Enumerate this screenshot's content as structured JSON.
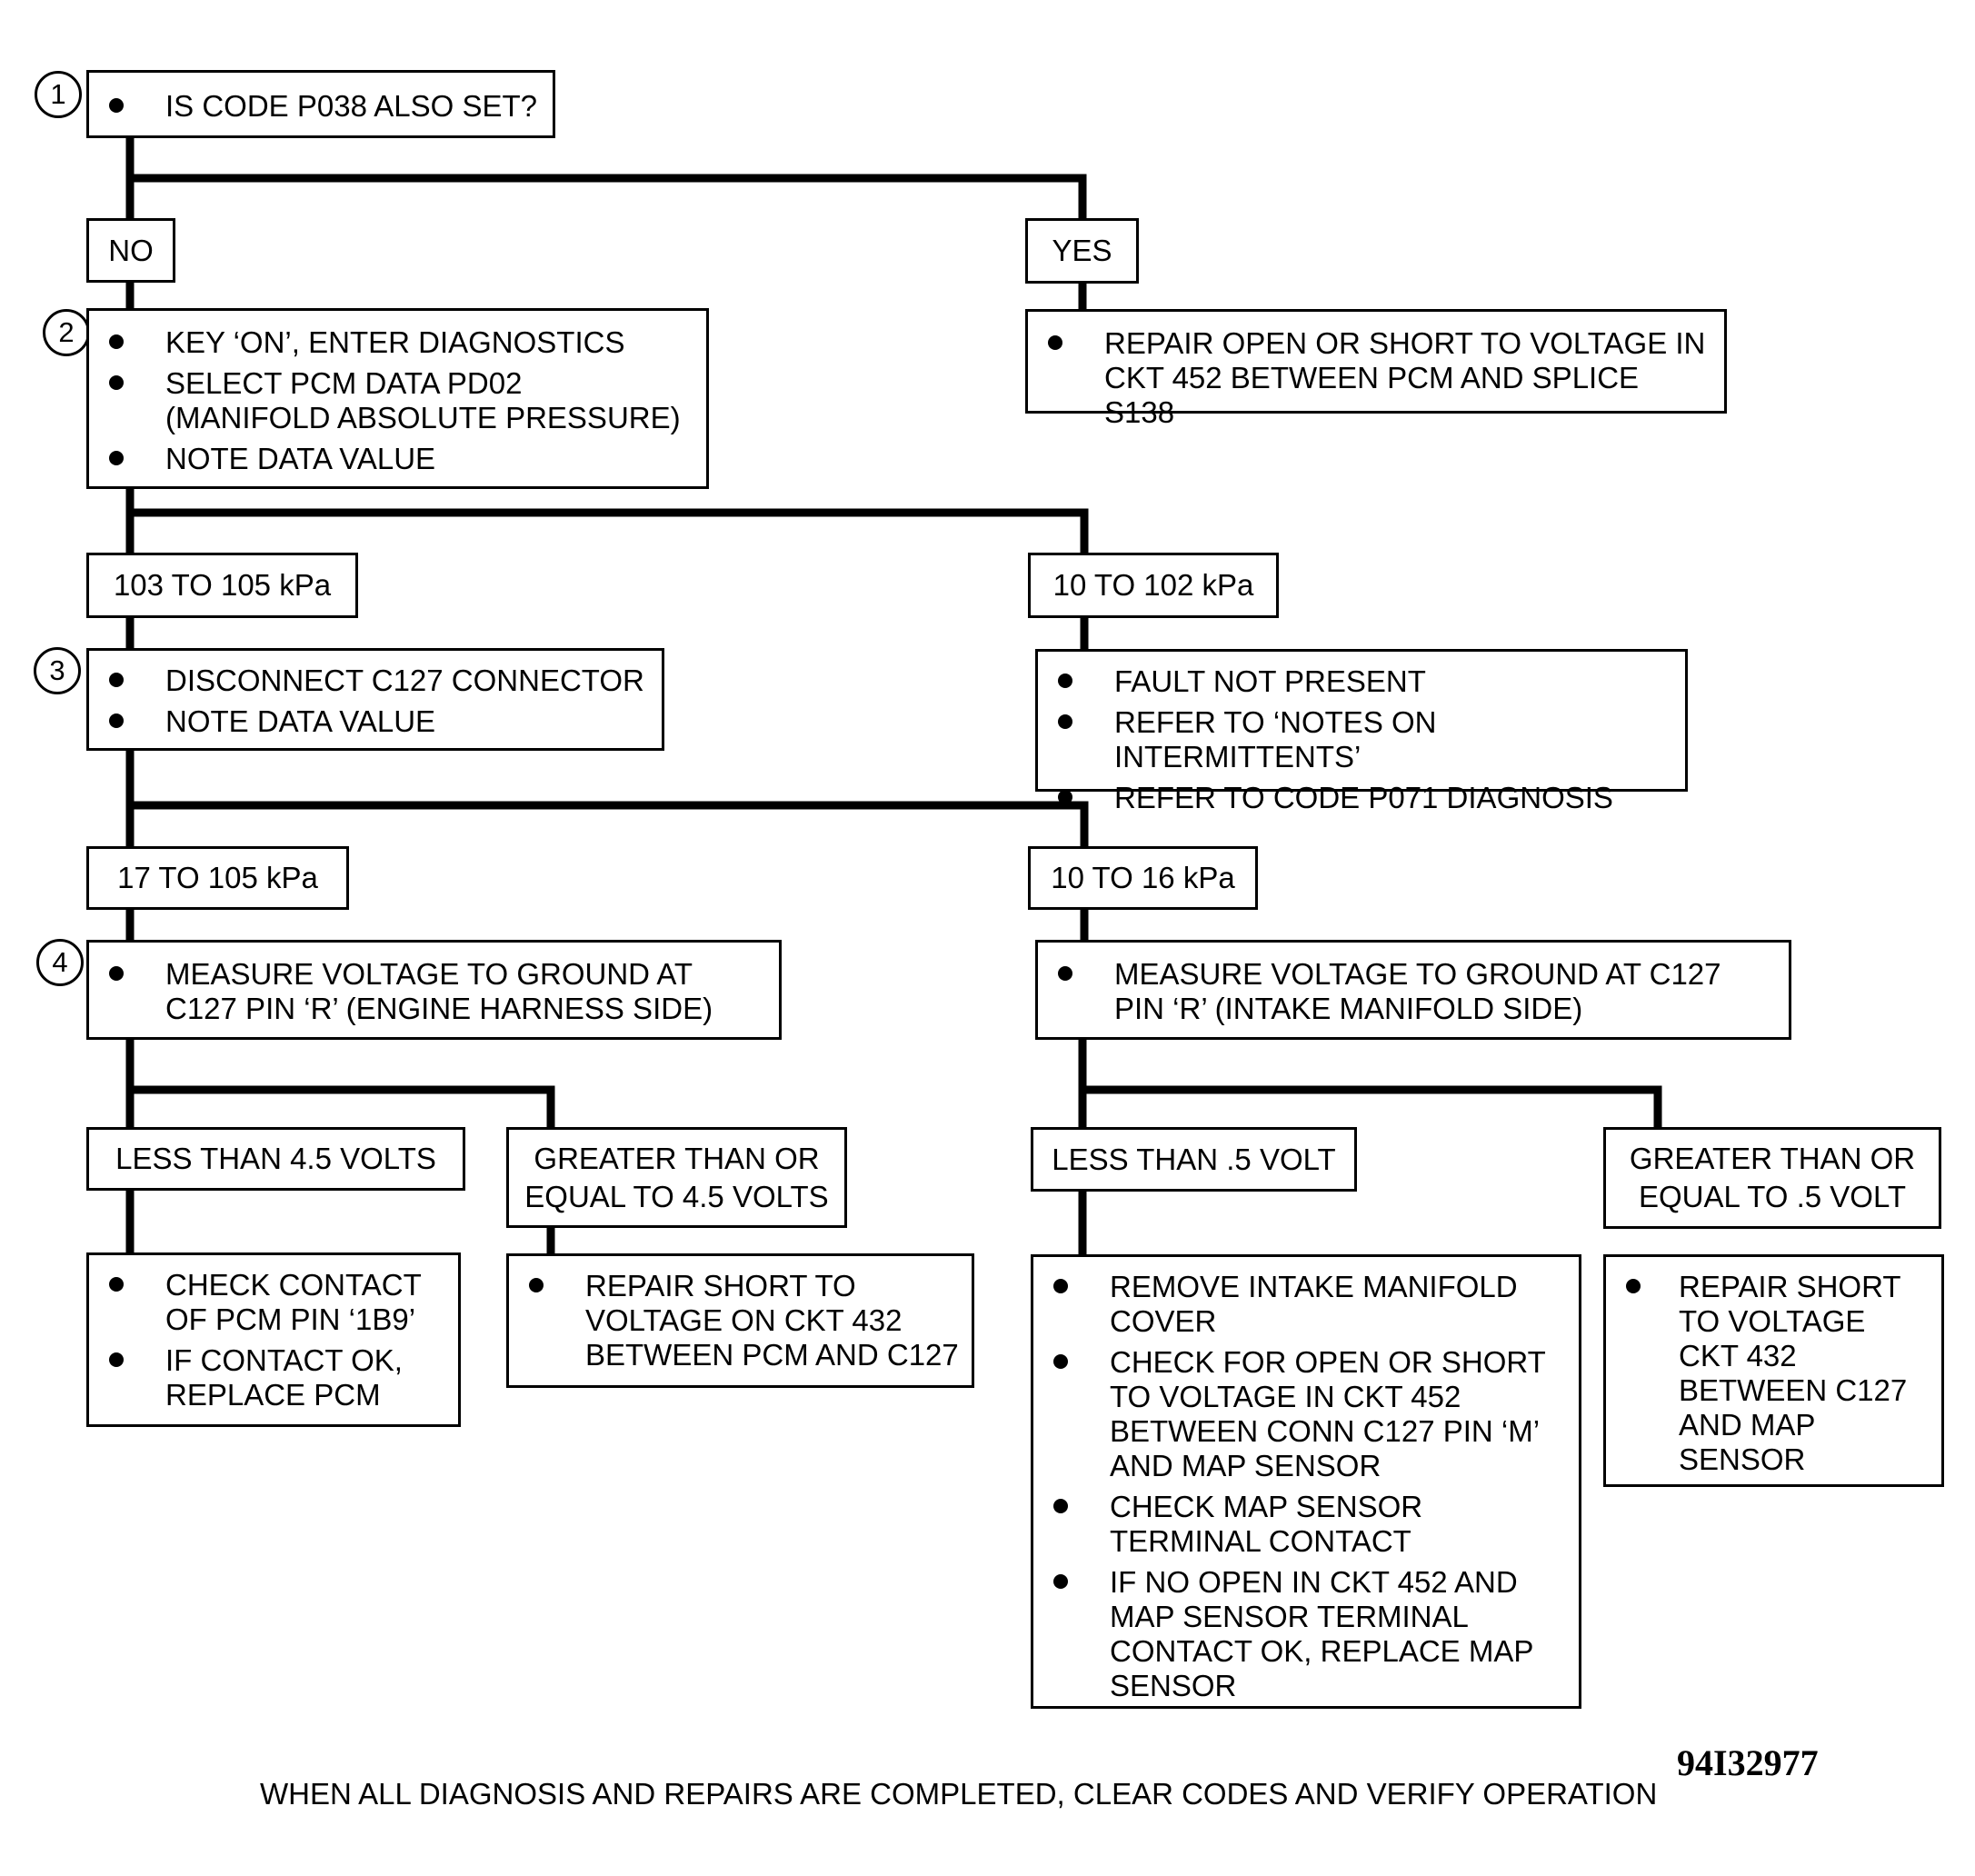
{
  "step_markers": [
    "1",
    "2",
    "3",
    "4"
  ],
  "step1": {
    "items": [
      "IS CODE P038 ALSO SET?"
    ]
  },
  "branch1": {
    "no": "NO",
    "yes": "YES"
  },
  "yes_action": {
    "items": [
      "REPAIR OPEN OR SHORT TO VOLTAGE IN CKT 452 BETWEEN PCM AND SPLICE S138"
    ]
  },
  "step2": {
    "items": [
      "KEY ‘ON’, ENTER DIAGNOSTICS",
      "SELECT PCM DATA PD02 (MANIFOLD ABSOLUTE PRESSURE)",
      "NOTE DATA VALUE"
    ]
  },
  "branch2": {
    "left": "103 TO 105 kPa",
    "right": "10 TO 102 kPa"
  },
  "right2_action": {
    "items": [
      "FAULT NOT PRESENT",
      "REFER TO ‘NOTES ON INTERMITTENTS’",
      "REFER TO CODE P071 DIAGNOSIS"
    ]
  },
  "step3": {
    "items": [
      "DISCONNECT C127 CONNECTOR",
      "NOTE DATA VALUE"
    ]
  },
  "branch3": {
    "left": "17 TO 105 kPa",
    "right": "10 TO 16 kPa"
  },
  "step4": {
    "items": [
      "MEASURE VOLTAGE TO GROUND AT C127 PIN ‘R’ (ENGINE HARNESS SIDE)"
    ]
  },
  "right3_action": {
    "items": [
      "MEASURE VOLTAGE TO GROUND AT C127 PIN ‘R’ (INTAKE MANIFOLD SIDE)"
    ]
  },
  "branch4": {
    "a": "LESS THAN 4.5 VOLTS",
    "b": "GREATER THAN OR EQUAL TO 4.5 VOLTS",
    "c": "LESS THAN .5 VOLT",
    "d": "GREATER THAN OR EQUAL TO .5 VOLT"
  },
  "action_a": {
    "items": [
      "CHECK CONTACT OF PCM PIN ‘1B9’",
      "IF CONTACT OK, REPLACE PCM"
    ]
  },
  "action_b": {
    "items": [
      "REPAIR SHORT TO VOLTAGE ON CKT 432 BETWEEN PCM AND C127"
    ]
  },
  "action_c": {
    "items": [
      "REMOVE INTAKE MANIFOLD COVER",
      "CHECK FOR OPEN OR SHORT TO VOLTAGE IN CKT 452 BETWEEN CONN C127 PIN ‘M’ AND MAP SENSOR",
      "CHECK MAP SENSOR TERMINAL CONTACT",
      "IF NO OPEN IN CKT 452 AND MAP SENSOR TERMINAL CONTACT OK, REPLACE MAP SENSOR"
    ]
  },
  "action_d": {
    "items": [
      "REPAIR SHORT TO VOLTAGE CKT 432 BETWEEN C127 AND MAP SENSOR"
    ]
  },
  "footer": "WHEN ALL DIAGNOSIS AND REPAIRS ARE COMPLETED, CLEAR CODES AND VERIFY OPERATION",
  "figure_id": "94I32977"
}
